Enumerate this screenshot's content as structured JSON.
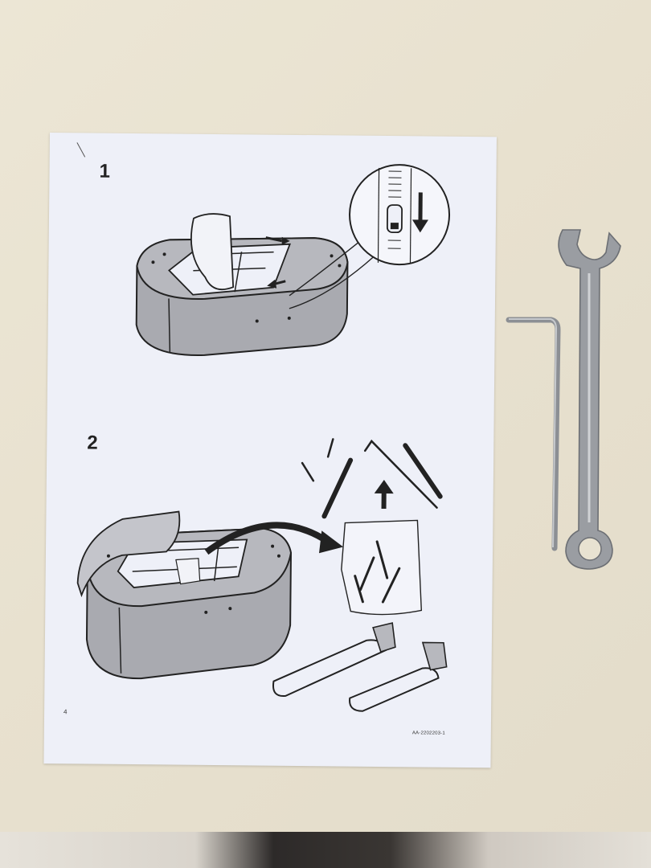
{
  "instructions": {
    "step1_number": "1",
    "step2_number": "2",
    "page_number": "4",
    "document_code": "AA-2202203-1"
  },
  "colors": {
    "paper": "#eef0f8",
    "cushion_gray": "#a9aab0",
    "line": "#222222",
    "table": "#ebe5d4"
  },
  "icons": {
    "zipper_detail": "zipper-icon",
    "arrow": "arrow-icon",
    "hex_key": "allen-key-icon",
    "wrench": "wrench-icon"
  }
}
